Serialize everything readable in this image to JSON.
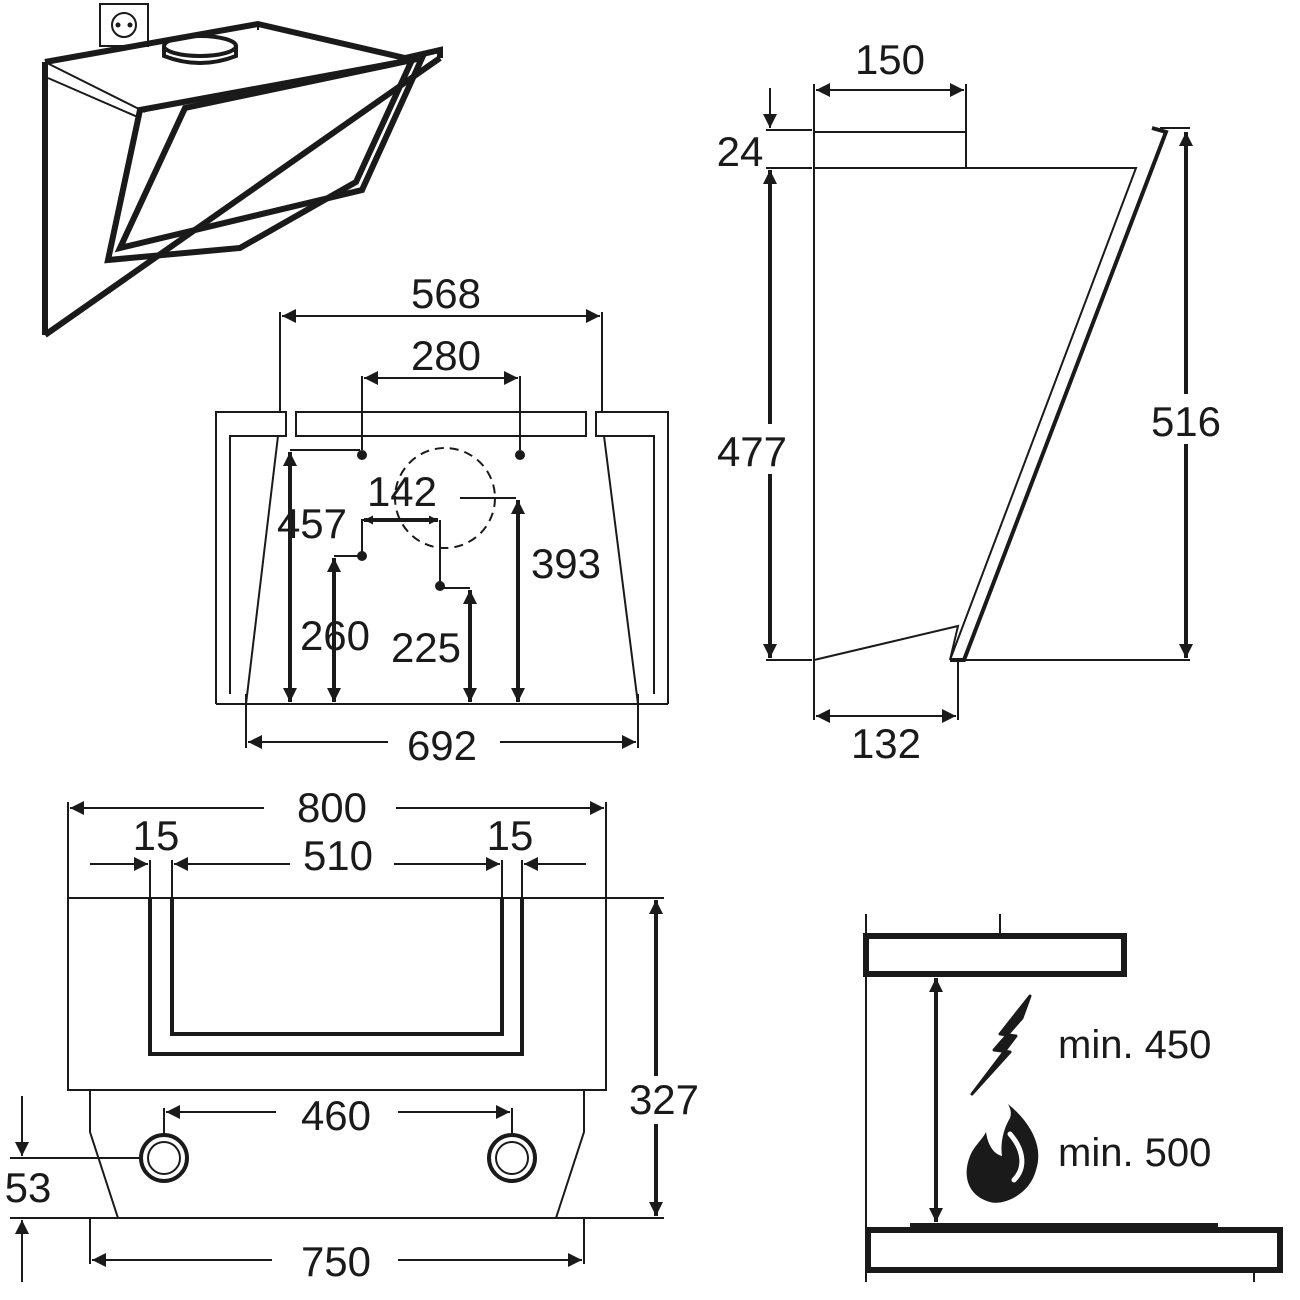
{
  "dimensions": {
    "top_width": "568",
    "bracket_spacing": "280",
    "hole_offset": "142",
    "height_457": "457",
    "height_393": "393",
    "height_260": "260",
    "height_225": "225",
    "bottom_width": "692",
    "duct_width": "150",
    "duct_height": "24",
    "body_height": "477",
    "total_height": "516",
    "depth": "132",
    "overall_width": "800",
    "edge_left": "15",
    "glass_width": "510",
    "edge_right": "15",
    "light_spacing": "460",
    "front_height": "327",
    "light_offset": "53",
    "lower_width": "750"
  },
  "clearance": {
    "electric_label": "min. 450",
    "gas_label": "min. 500",
    "electric_icon": "lightning-bolt-icon",
    "gas_icon": "flame-icon"
  },
  "icons": {
    "socket": "electrical-socket-icon"
  },
  "colors": {
    "line": "#1a1a1a",
    "background": "#ffffff"
  }
}
